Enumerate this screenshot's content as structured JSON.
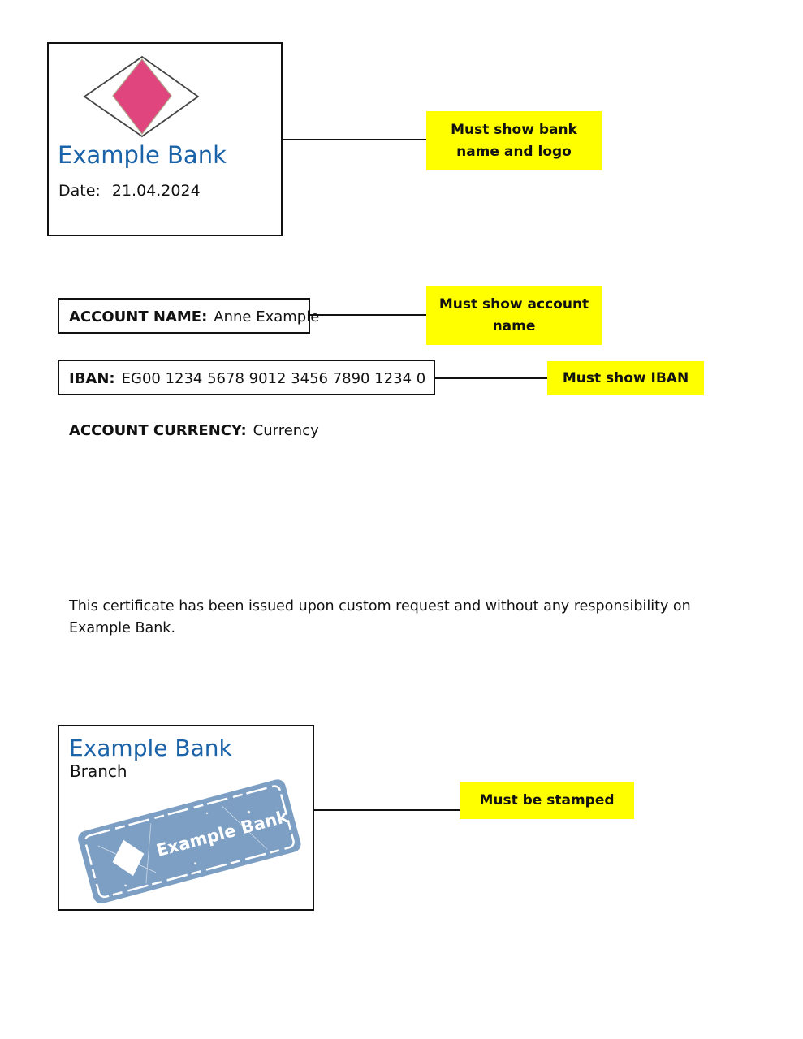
{
  "header": {
    "bank_name": "Example Bank",
    "date_label": "Date:",
    "date_value": "21.04.2024",
    "logo_icon": "pink-diamond-logo-icon",
    "logo_color": "#e0457e"
  },
  "account": {
    "name_label": "ACCOUNT NAME:",
    "name_value": "Anne Example",
    "iban_label": "IBAN:",
    "iban_value": "EG00 1234 5678 9012 3456 7890 1234 0",
    "currency_label": "ACCOUNT CURRENCY:",
    "currency_value": "Currency"
  },
  "disclaimer": "This certificate has been issued upon custom request and without any responsibility on Example Bank.",
  "stamp_box": {
    "bank_name": "Example Bank",
    "branch": "Branch",
    "stamp_text": "Example Bank",
    "stamp_color": "#7d9fc4"
  },
  "annotations": {
    "bank_name_logo": "Must show bank name and logo",
    "account_name": "Must show account name",
    "iban": "Must show IBAN",
    "stamped": "Must be stamped"
  },
  "colors": {
    "annotation_bg": "#ffff00",
    "bank_blue": "#1a63a8"
  }
}
